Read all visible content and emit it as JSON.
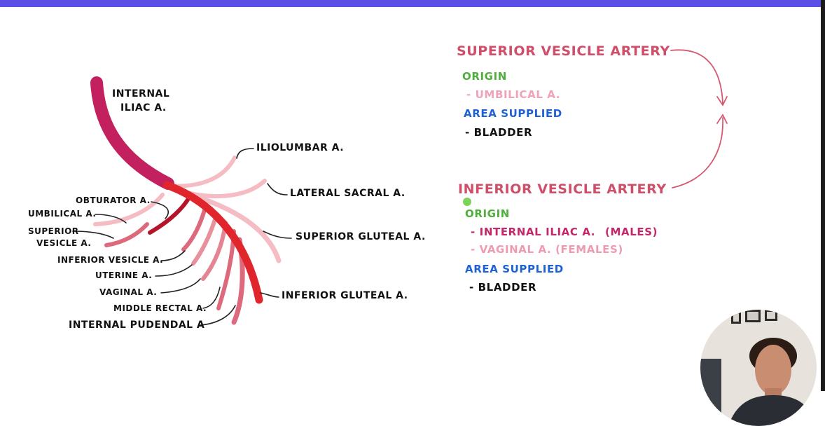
{
  "colors": {
    "top_bar": "#5b4fe6",
    "internal_iliac": "#c2205f",
    "main_trunk": "#e0262c",
    "dark_red": "#b5152b",
    "medium_pink": "#dd6a7c",
    "light_pink": "#f6bcc3",
    "title_red": "#cf4f6a",
    "heading_green": "#4fae3d",
    "heading_blue": "#1f62d6",
    "magenta_text": "#c5286a",
    "pale_pink_text": "#ee9bb2"
  },
  "diagram": {
    "labels": {
      "internal_iliac_line1": "INTERNAL",
      "internal_iliac_line2": "ILIAC A.",
      "iliolumbar": "ILIOLUMBAR A.",
      "lateral_sacral": "LATERAL SACRAL A.",
      "superior_gluteal": "SUPERIOR GLUTEAL A.",
      "inferior_gluteal": "INFERIOR GLUTEAL A.",
      "obturator": "OBTURATOR A.",
      "umbilical": "UMBILICAL A.",
      "superior_vesicle_line1": "SUPERIOR",
      "superior_vesicle_line2": "VESICLE A.",
      "inferior_vesicle": "INFERIOR VESICLE A.",
      "uterine": "UTERINE A.",
      "vaginal": "VAGINAL A.",
      "middle_rectal": "MIDDLE RECTAL A.",
      "internal_pudendal": "INTERNAL PUDENDAL A"
    }
  },
  "notes": {
    "superior": {
      "title": "SUPERIOR VESICLE ARTERY",
      "origin_heading": "ORIGIN",
      "origin_item": "- UMBILICAL A.",
      "area_heading": "AREA SUPPLIED",
      "area_item": "- BLADDER"
    },
    "inferior": {
      "title": "INFERIOR VESICLE ARTERY",
      "origin_heading": "ORIGIN",
      "origin_item_1": "- INTERNAL ILIAC A.",
      "origin_item_1_note": "(MALES)",
      "origin_item_2": "- VAGINAL A. (FEMALES)",
      "area_heading": "AREA SUPPLIED",
      "area_item": "- BLADDER"
    }
  },
  "webcam": {
    "icon": "presenter-webcam-icon"
  }
}
